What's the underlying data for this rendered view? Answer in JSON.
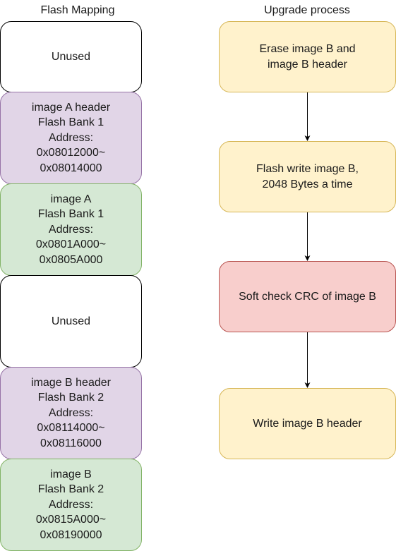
{
  "flash_mapping": {
    "title": "Flash Mapping",
    "blocks": [
      {
        "text": "Unused"
      },
      {
        "text": "image A header\nFlash Bank 1\nAddress:\n0x08012000~\n0x08014000"
      },
      {
        "text": "image A\nFlash Bank 1\nAddress:\n0x0801A000~\n0x0805A000"
      },
      {
        "text": "Unused"
      },
      {
        "text": "image B header\nFlash Bank 2\nAddress:\n0x08114000~\n0x08116000"
      },
      {
        "text": "image B\nFlash Bank 2\nAddress:\n0x0815A000~\n0x08190000"
      }
    ]
  },
  "upgrade_process": {
    "title": "Upgrade process",
    "steps": [
      {
        "text": "Erase image B and\nimage B header"
      },
      {
        "text": "Flash write image B,\n2048 Bytes a time"
      },
      {
        "text": "Soft check CRC of image B"
      },
      {
        "text": "Write image B header"
      }
    ]
  },
  "colors": {
    "unused_fill": "#ffffff",
    "header_fill": "#e1d5e7",
    "image_fill": "#d5e8d4",
    "step_fill": "#fff2cc",
    "check_fill": "#f8cecc"
  }
}
